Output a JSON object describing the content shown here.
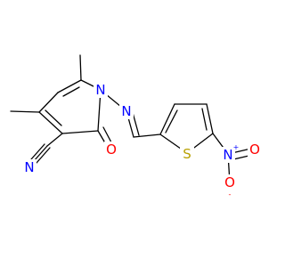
{
  "molecule": {
    "atoms": {
      "n_ring": {
        "text": "N",
        "color": "#0000FF"
      },
      "n_imine": {
        "text": "N",
        "color": "#0000FF"
      },
      "o_carbonyl": {
        "text": "O",
        "color": "#FF0000"
      },
      "n_nitrile": {
        "text": "N",
        "color": "#0000FF"
      },
      "s_thiophene": {
        "text": "S",
        "color": "#B8A000"
      },
      "n_nitro": {
        "text": "N",
        "color": "#0000FF",
        "charge": "+"
      },
      "o_nitro_top": {
        "text": "O",
        "color": "#FF0000"
      },
      "o_nitro_bottom": {
        "text": "O",
        "color": "#FF0000",
        "charge": "-"
      }
    },
    "colors": {
      "bond": "#000000",
      "nitrogen": "#0000FF",
      "oxygen": "#FF0000",
      "sulfur": "#B8A000",
      "background": "#FFFFFF"
    }
  }
}
